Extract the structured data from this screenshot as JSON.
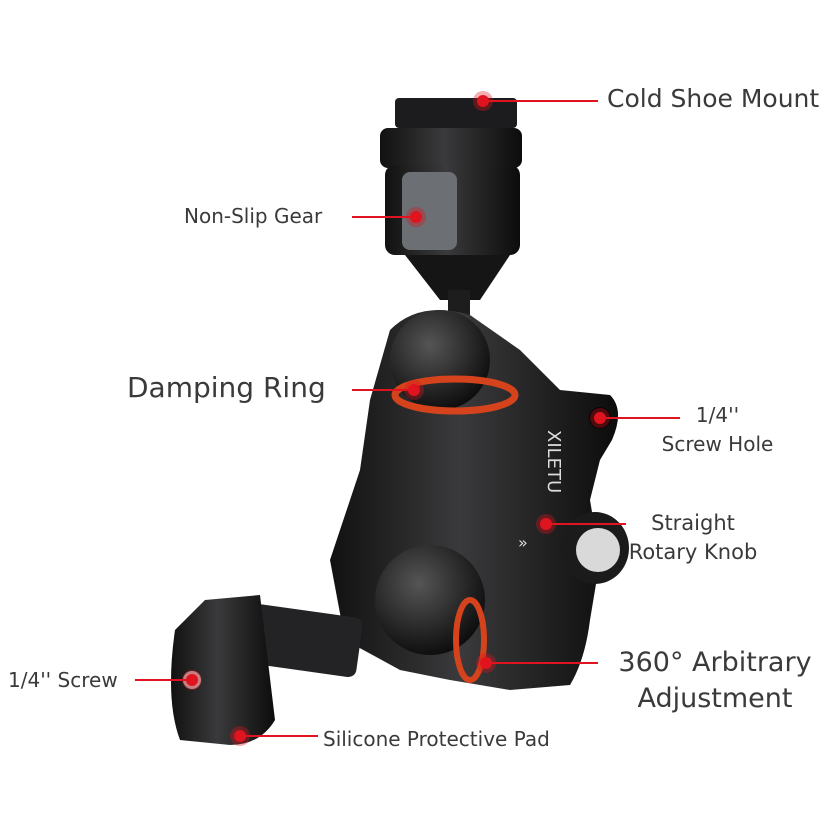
{
  "brand_logo": "XILETU",
  "accent_color": "#e0141e",
  "labels": {
    "cold_shoe": "Cold Shoe Mount",
    "non_slip": "Non-Slip Gear",
    "damping": "Damping Ring",
    "screw_hole_1": "1/4''",
    "screw_hole_2": "Screw Hole",
    "knob_1": "Straight",
    "knob_2": "Rotary Knob",
    "adjust_1": "360° Arbitrary",
    "adjust_2": "Adjustment",
    "screw": "1/4'' Screw",
    "pad": "Silicone Protective Pad"
  }
}
